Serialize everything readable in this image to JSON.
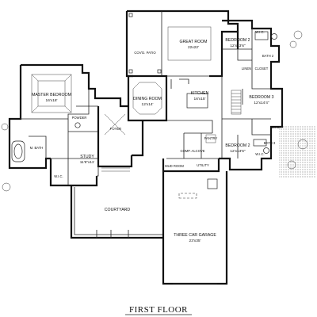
{
  "plan": {
    "title": "FIRST FLOOR",
    "rooms": {
      "great_room": {
        "name": "GREAT ROOM",
        "size": "22x22'"
      },
      "covd_patio": {
        "name": "COV'D. PATIO"
      },
      "dining_room": {
        "name": "DINING ROOM",
        "size": "12'x14'"
      },
      "kitchen": {
        "name": "KITCHEN",
        "size": "16'x15'"
      },
      "master_bedroom": {
        "name": "MASTER BEDROOM",
        "size": "16'x18'"
      },
      "m_bath": {
        "name": "M. BATH"
      },
      "powder": {
        "name": "POWDER"
      },
      "foyer": {
        "name": "FOYER"
      },
      "study": {
        "name": "STUDY",
        "size": "11'6\"x11'"
      },
      "wic_master": {
        "name": "W.I.C."
      },
      "courtyard": {
        "name": "COURTYARD"
      },
      "garage": {
        "name": "THREE CAR GARAGE",
        "size": "23'x35'"
      },
      "mud_room": {
        "name": "MUD ROOM"
      },
      "utility": {
        "name": "UTILITY"
      },
      "pantry": {
        "name": "PANTRY"
      },
      "comp_alcove": {
        "name": "COMP. ALCOVE"
      },
      "bedroom2_top": {
        "name": "BEDROOM 2",
        "size": "12'x13'6\""
      },
      "bedroom3": {
        "name": "BEDROOM 3",
        "size": "12'x14'4\""
      },
      "bedroom2_bottom": {
        "name": "BEDROOM 2",
        "size": "12'x13'6\""
      },
      "bath2": {
        "name": "BATH 2"
      },
      "bath3": {
        "name": "BATH 3"
      },
      "wic_top": {
        "name": "W.I.C."
      },
      "wic_bottom": {
        "name": "W.I.C."
      },
      "wic_bath3": {
        "name": "W.I.C."
      },
      "linen": {
        "name": "LINEN"
      },
      "closet": {
        "name": "CLOSET"
      }
    }
  }
}
